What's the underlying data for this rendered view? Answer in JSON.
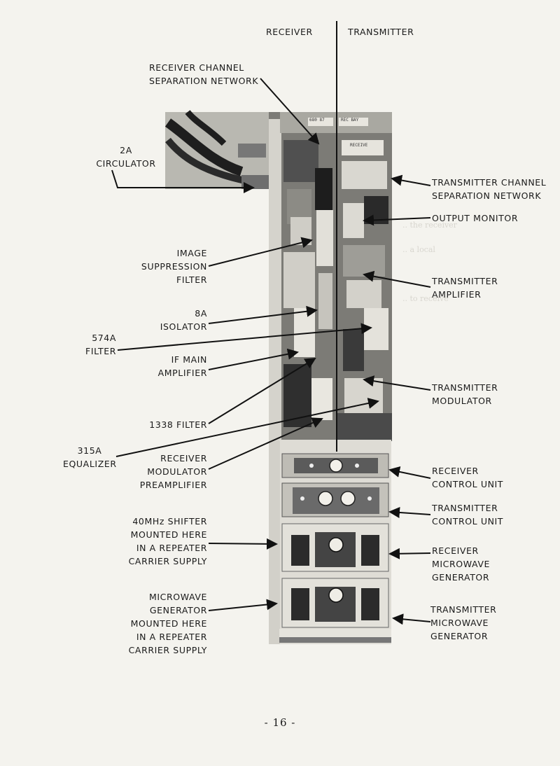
{
  "header": {
    "receiver": "RECEIVER",
    "transmitter": "TRANSMITTER"
  },
  "labels": {
    "receiver_channel_sep": [
      "RECEIVER CHANNEL",
      "SEPARATION NETWORK"
    ],
    "circulator_2a": [
      "2A",
      "CIRCULATOR"
    ],
    "image_suppression": [
      "IMAGE",
      "SUPPRESSION",
      "FILTER"
    ],
    "isolator_8a": [
      "8A",
      "ISOLATOR"
    ],
    "filter_574a": [
      "574A",
      "FILTER"
    ],
    "if_main_amp": [
      "IF MAIN",
      "AMPLIFIER"
    ],
    "filter_1338": [
      "1338 FILTER"
    ],
    "equalizer_315a": [
      "315A",
      "EQUALIZER"
    ],
    "receiver_mod_preamp": [
      "RECEIVER",
      "MODULATOR",
      "PREAMPLIFIER"
    ],
    "shifter_40mhz": [
      "40MHz SHIFTER",
      "MOUNTED HERE",
      "IN A REPEATER",
      "CARRIER SUPPLY"
    ],
    "microwave_gen_left": [
      "MICROWAVE",
      "GENERATOR",
      "MOUNTED HERE",
      "IN A REPEATER",
      "CARRIER SUPPLY"
    ],
    "transmitter_channel_sep": [
      "TRANSMITTER CHANNEL",
      "SEPARATION NETWORK"
    ],
    "output_monitor": [
      "OUTPUT MONITOR"
    ],
    "transmitter_amp": [
      "TRANSMITTER",
      "AMPLIFIER"
    ],
    "transmitter_mod": [
      "TRANSMITTER",
      "MODULATOR"
    ],
    "receiver_control": [
      "RECEIVER",
      "CONTROL UNIT"
    ],
    "transmitter_control": [
      "TRANSMITTER",
      "CONTROL UNIT"
    ],
    "receiver_mw_gen": [
      "RECEIVER",
      "MICROWAVE",
      "GENERATOR"
    ],
    "transmitter_mw_gen": [
      "TRANSMITTER",
      "MICROWAVE",
      "GENERATOR"
    ]
  },
  "panel_tags": {
    "tag1": "680 87",
    "tag2": "REC BAY",
    "tag3": "RECEIVE"
  },
  "page_number": "- 16 -"
}
